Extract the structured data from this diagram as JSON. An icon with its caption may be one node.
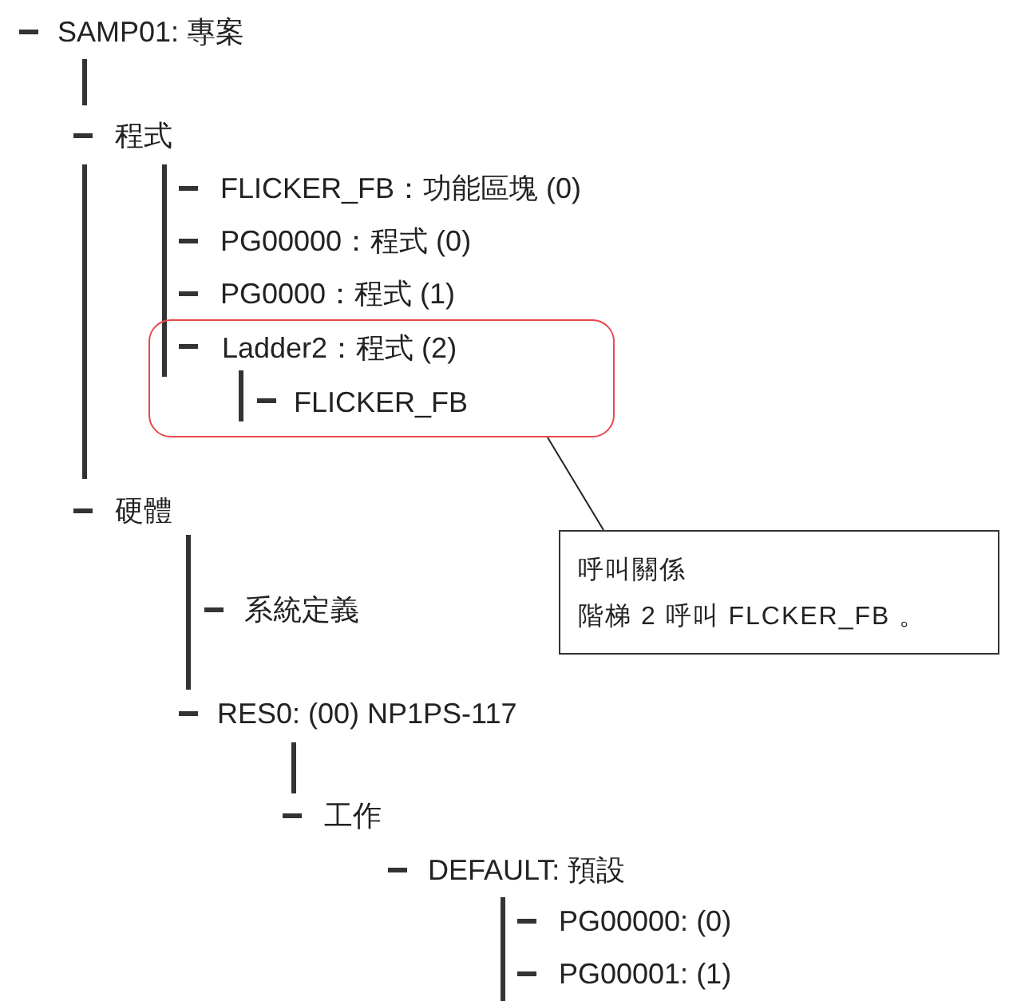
{
  "diagram": {
    "nodes": [
      {
        "text": [],
        "shape": "box"
      },
      {
        "text": [
          "Ladder2：程式 (2)"
        ],
        "in": 0
      },
      {
        "text": [
          "FLICKER_FB"
        ],
        "in": 0
      },
      {
        "text": [
          "呼叫關係",
          "階梯 2 呼叫 FLCKER_FB 。"
        ]
      }
    ],
    "edges": [
      {
        "from": 3,
        "to": 0,
        "arrow": "none"
      }
    ],
    "labels": [
      "SAMP01: 專案",
      "程式",
      "FLICKER_FB：功能區塊 (0)",
      "PG00000：程式 (0)",
      "PG0000：程式 (1)",
      "硬體",
      "系統定義",
      "RES0: (00) NP1PS-117",
      "工作",
      "DEFAULT: 預設",
      "PG00000: (0)",
      "PG00001: (1)"
    ]
  }
}
